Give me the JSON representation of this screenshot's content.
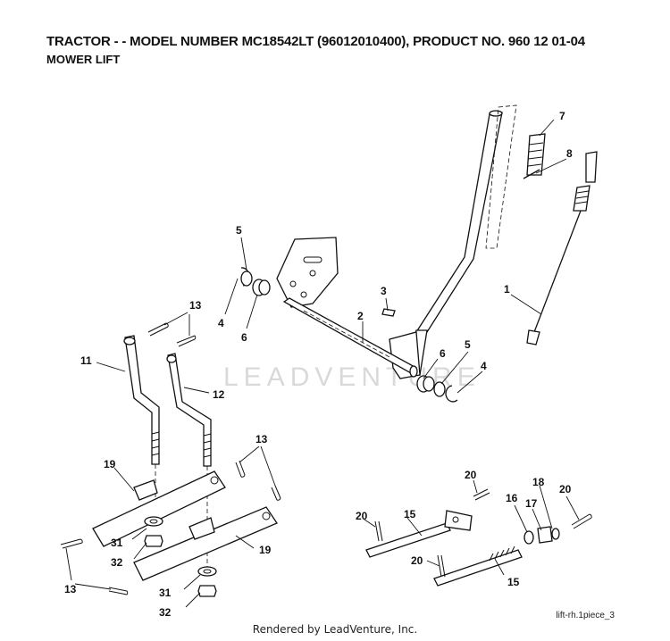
{
  "header": {
    "title": "TRACTOR - - MODEL NUMBER MC18542LT (96012010400), PRODUCT NO. 960 12 01-04",
    "subtitle": "MOWER LIFT"
  },
  "watermark": "LEADVENTURE",
  "footer": {
    "rendered_by": "Rendered by LeadVenture, Inc.",
    "drawing_code": "lift-rh.1piece_3"
  },
  "callouts": {
    "c1": "1",
    "c2": "2",
    "c3": "3",
    "c4a": "4",
    "c4b": "4",
    "c5a": "5",
    "c5b": "5",
    "c6a": "6",
    "c6b": "6",
    "c7": "7",
    "c8": "8",
    "c11": "11",
    "c12": "12",
    "c13a": "13",
    "c13b": "13",
    "c13c": "13",
    "c15a": "15",
    "c15b": "15",
    "c16": "16",
    "c17": "17",
    "c18": "18",
    "c19a": "19",
    "c19b": "19",
    "c20a": "20",
    "c20b": "20",
    "c20c": "20",
    "c20d": "20",
    "c31a": "31",
    "c31b": "31",
    "c32a": "32",
    "c32b": "32"
  }
}
